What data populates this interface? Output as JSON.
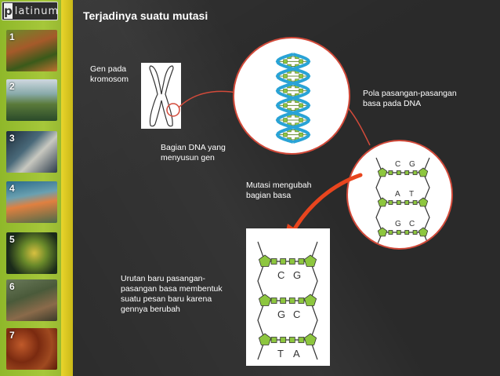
{
  "logo": {
    "letter": "p",
    "text": "latinum"
  },
  "thumbnails": [
    "1",
    "2",
    "3",
    "4",
    "5",
    "6",
    "7"
  ],
  "title": "Terjadinya suatu mutasi",
  "labels": {
    "chromosome": "Gen pada\nkromosom",
    "dna_part": "Bagian DNA yang\nmenyusun gen",
    "base_pairs": "Pola pasangan-pasangan\nbasa pada DNA",
    "mutation": "Mutasi mengubah\nbagian basa",
    "new_sequence": "Urutan baru pasangan-\npasangan basa membentuk\nsuatu pesan baru karena\ngennya berubah"
  },
  "circle_pairs": [
    {
      "left": "C",
      "right": "G"
    },
    {
      "left": "A",
      "right": "T"
    },
    {
      "left": "G",
      "right": "C"
    }
  ],
  "mutated_pairs": [
    {
      "left": "C",
      "right": "G"
    },
    {
      "left": "G",
      "right": "C"
    },
    {
      "left": "T",
      "right": "A"
    }
  ],
  "colors": {
    "sidebar_green": "#9bbf33",
    "sidebar_yellow": "#e3cf25",
    "dna_green": "#8dc63f",
    "dna_blue": "#29a3d6",
    "connector_red": "#d24a3a",
    "arrow_red": "#e8451e"
  }
}
